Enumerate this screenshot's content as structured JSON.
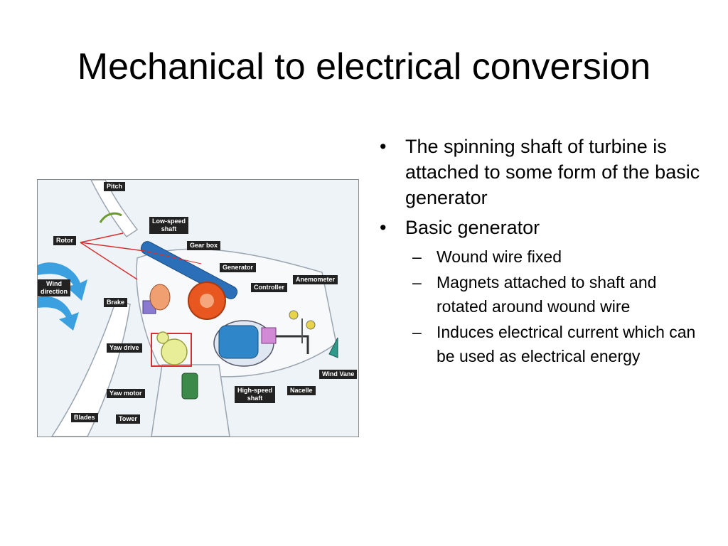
{
  "slide": {
    "title": "Mechanical to electrical conversion",
    "diagram": {
      "labels": {
        "pitch": "Pitch",
        "low_speed_shaft_1": "Low-speed",
        "low_speed_shaft_2": "shaft",
        "rotor": "Rotor",
        "gear_box": "Gear box",
        "generator": "Generator",
        "anemometer": "Anemometer",
        "wind_direction_1": "Wind",
        "wind_direction_2": "direction",
        "controller": "Controller",
        "brake": "Brake",
        "yaw_drive": "Yaw drive",
        "wind_vane": "Wind Vane",
        "high_speed_shaft_1": "High-speed",
        "high_speed_shaft_2": "shaft",
        "nacelle": "Nacelle",
        "yaw_motor": "Yaw motor",
        "blades": "Blades",
        "tower": "Tower"
      }
    },
    "bullets": [
      {
        "text": "The spinning shaft of turbine is attached to some form of the basic generator",
        "sub": []
      },
      {
        "text": "Basic generator",
        "sub": [
          "Wound wire fixed",
          "Magnets attached to shaft and rotated around wound wire",
          "Induces electrical current which can be used as electrical energy"
        ]
      }
    ]
  }
}
